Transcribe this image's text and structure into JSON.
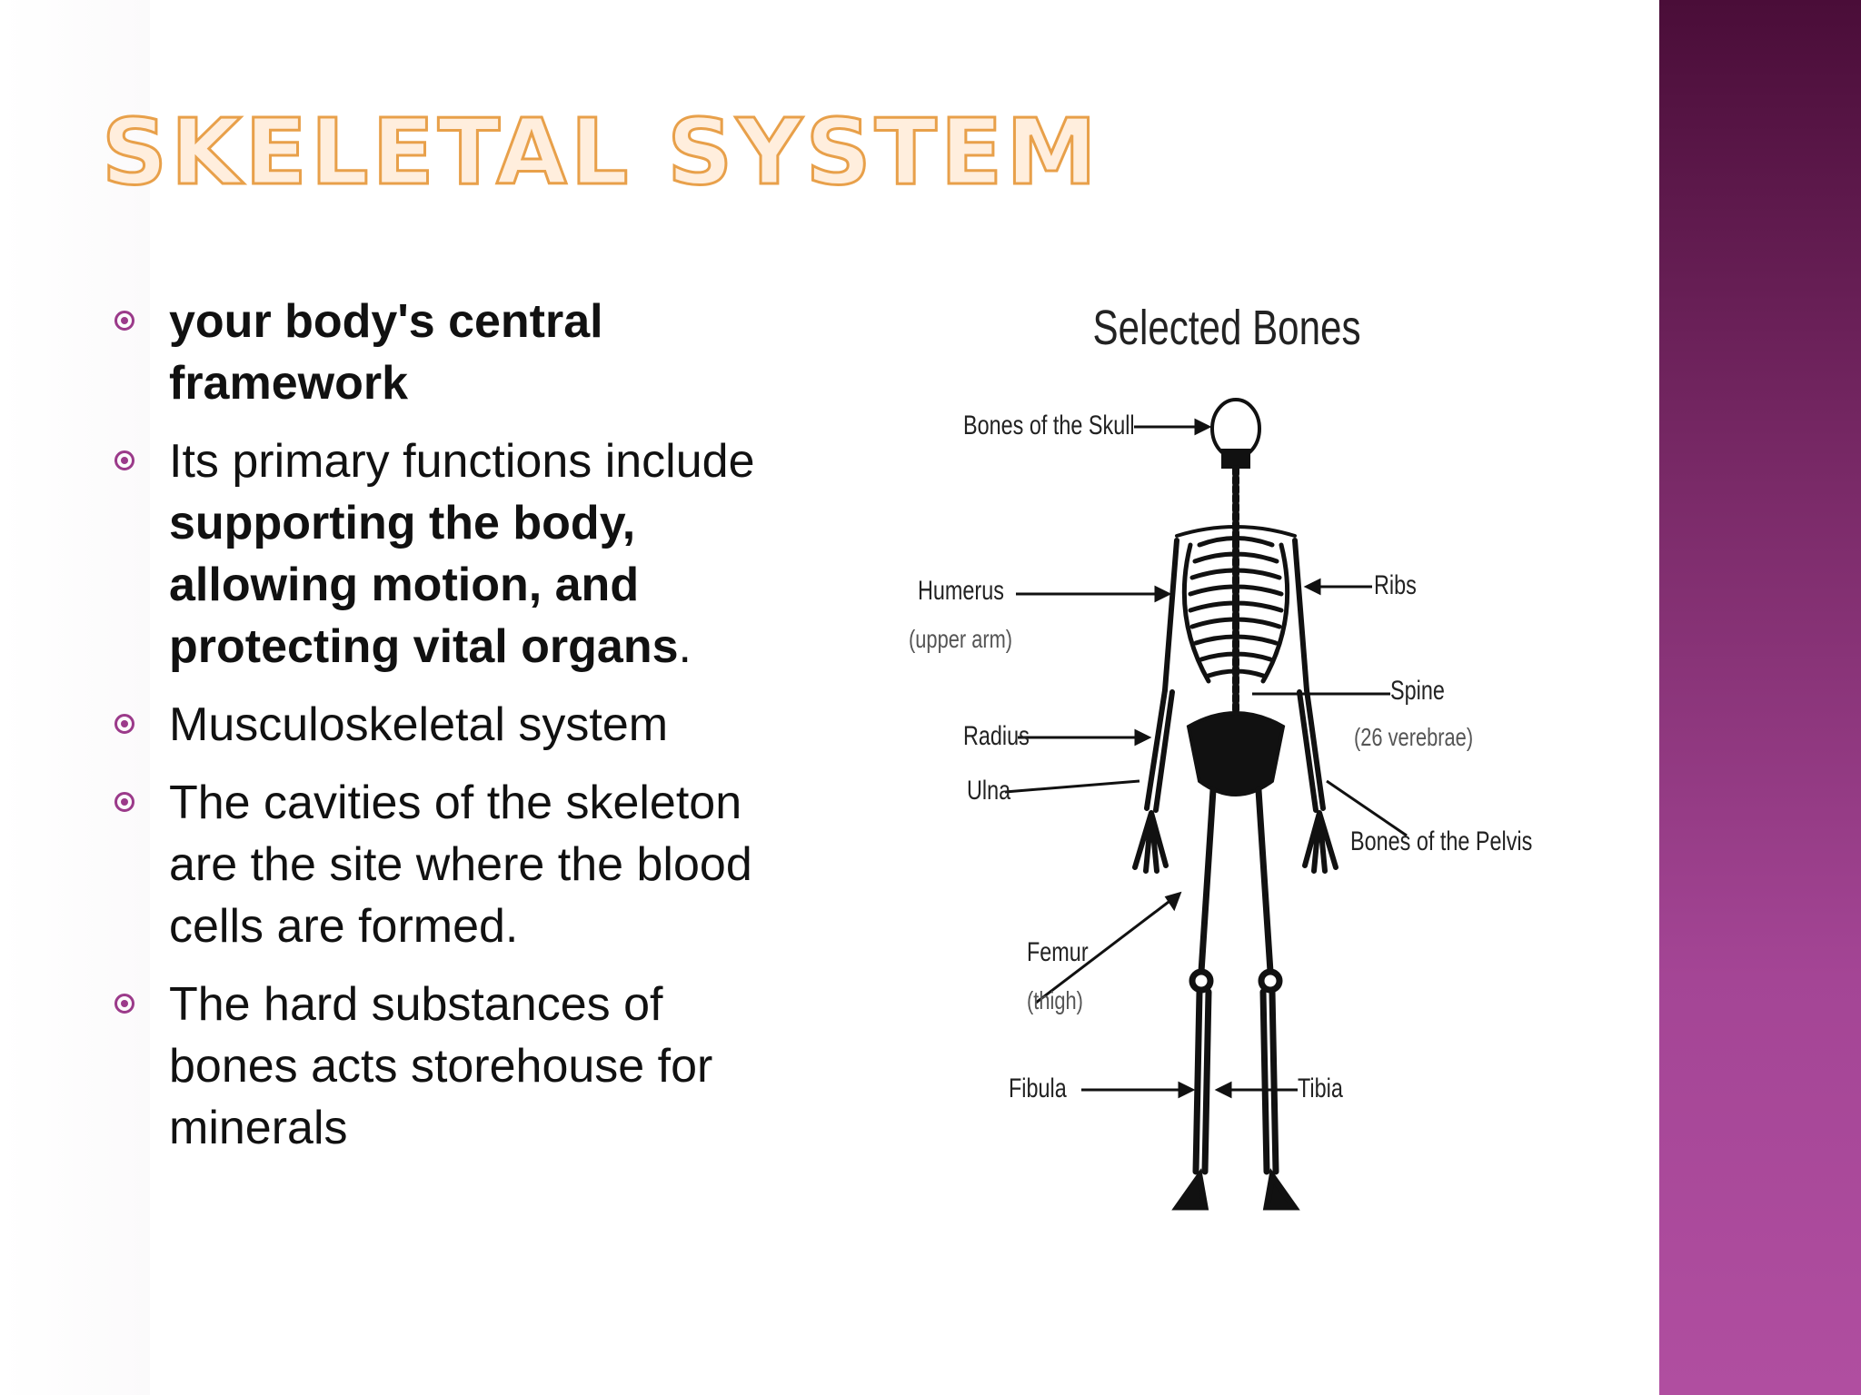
{
  "title": "SKELETAL SYSTEM",
  "bullets": [
    {
      "bold": "your body's central framework",
      "text_a": "",
      "text_b": ""
    },
    {
      "text_a": "Its primary functions include ",
      "bold": "supporting the body, allowing motion, and protecting vital organs",
      "text_b": "."
    },
    {
      "text_a": "Musculoskeletal system",
      "bold": "",
      "text_b": ""
    },
    {
      "text_a": "The cavities of the skeleton are the site where the blood cells are formed.",
      "bold": "",
      "text_b": ""
    },
    {
      "text_a": "The hard substances of bones acts storehouse for minerals",
      "bold": "",
      "text_b": ""
    }
  ],
  "figure": {
    "title": "Selected Bones",
    "labels": {
      "skull": "Bones of the Skull",
      "humerus": "Humerus",
      "humerus_sub": "(upper arm)",
      "ribs": "Ribs",
      "spine": "Spine",
      "spine_sub": "(26 verebrae)",
      "radius": "Radius",
      "ulna": "Ulna",
      "pelvis": "Bones of the Pelvis",
      "femur": "Femur",
      "femur_sub": "(thigh)",
      "fibula": "Fibula",
      "tibia": "Tibia"
    }
  },
  "colors": {
    "title_fill": "#ffeedd",
    "title_outline": "#e8a04a",
    "bullet_marker": "#9b3a8a",
    "side_band_top": "#4a0d38",
    "side_band_bottom": "#b04ea0"
  }
}
